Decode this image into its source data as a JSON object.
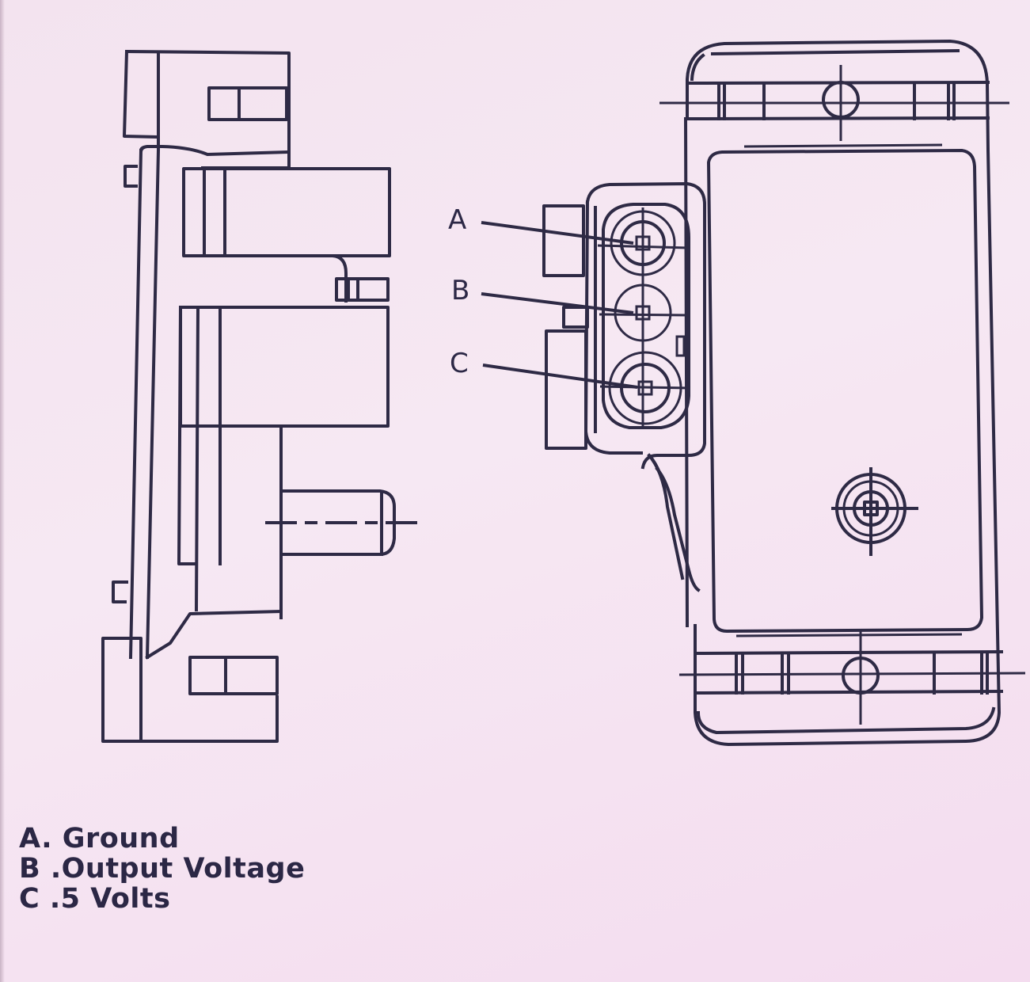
{
  "diagram": {
    "subject": "3-pin sensor connector pinout (side view and front view)",
    "views": [
      "side-view",
      "front-view"
    ],
    "pin_labels": [
      {
        "id": "A",
        "label": "A"
      },
      {
        "id": "B",
        "label": "B"
      },
      {
        "id": "C",
        "label": "C"
      }
    ],
    "legend": [
      {
        "pin": "A",
        "separator": ".",
        "description": "Ground",
        "text": "A. Ground"
      },
      {
        "pin": "B",
        "separator": " .",
        "description": "Output Voltage",
        "text": "B .Output Voltage"
      },
      {
        "pin": "C",
        "separator": " .",
        "description": "5 Volts",
        "text": "C .5 Volts"
      }
    ],
    "colors": {
      "paper": "#f5e4f1",
      "ink": "#2e2a45"
    }
  }
}
